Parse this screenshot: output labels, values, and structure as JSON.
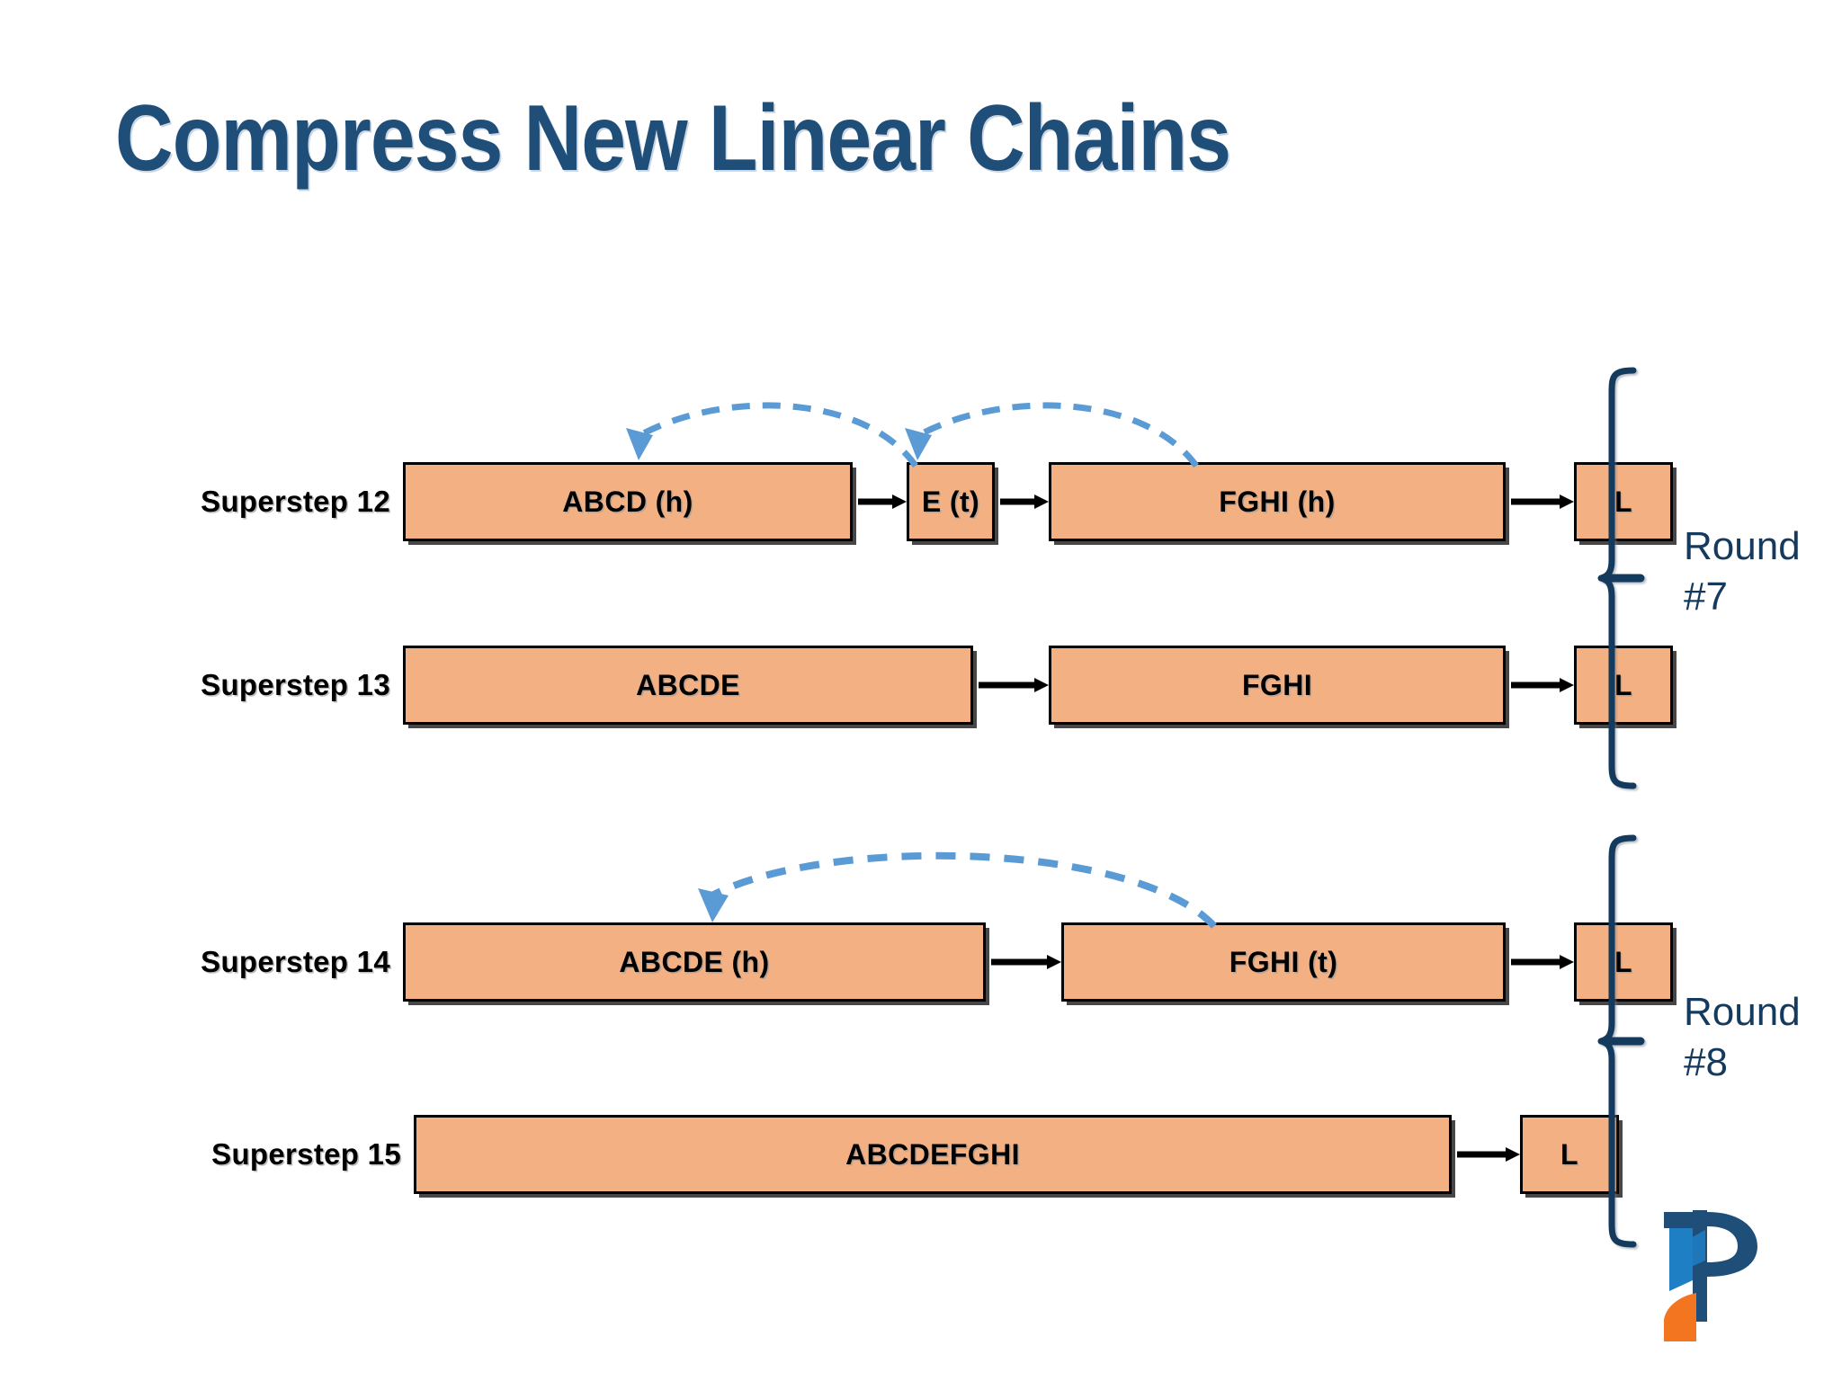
{
  "slide": {
    "title": "Compress New Linear Chains",
    "background": "#ffffff",
    "title_color": "#1F4E79",
    "node_fill": "#F3B183",
    "node_border": "#000000",
    "arc_color": "#5B9BD5",
    "bracket_color": "#143A5E"
  },
  "rows": [
    {
      "id": "superstep-12",
      "label": "Superstep 12",
      "nodes": [
        {
          "text": "ABCD (h)"
        },
        {
          "text": "E (t)"
        },
        {
          "text": "FGHI (h)"
        },
        {
          "text": "L"
        }
      ]
    },
    {
      "id": "superstep-13",
      "label": "Superstep 13",
      "nodes": [
        {
          "text": "ABCDE"
        },
        {
          "text": "FGHI"
        },
        {
          "text": "L"
        }
      ]
    },
    {
      "id": "superstep-14",
      "label": "Superstep 14",
      "nodes": [
        {
          "text": "ABCDE (h)"
        },
        {
          "text": "FGHI (t)"
        },
        {
          "text": "L"
        }
      ]
    },
    {
      "id": "superstep-15",
      "label": "Superstep 15",
      "nodes": [
        {
          "text": "ABCDEFGHI"
        },
        {
          "text": "L"
        }
      ]
    }
  ],
  "rounds": [
    {
      "id": "round-7",
      "label": "Round\n#7"
    },
    {
      "id": "round-8",
      "label": "Round\n#8"
    }
  ],
  "logo": {
    "name": "pinterest-style-p-logo",
    "colors": [
      "#1F4E79",
      "#1F7FC4",
      "#F4751F"
    ]
  }
}
